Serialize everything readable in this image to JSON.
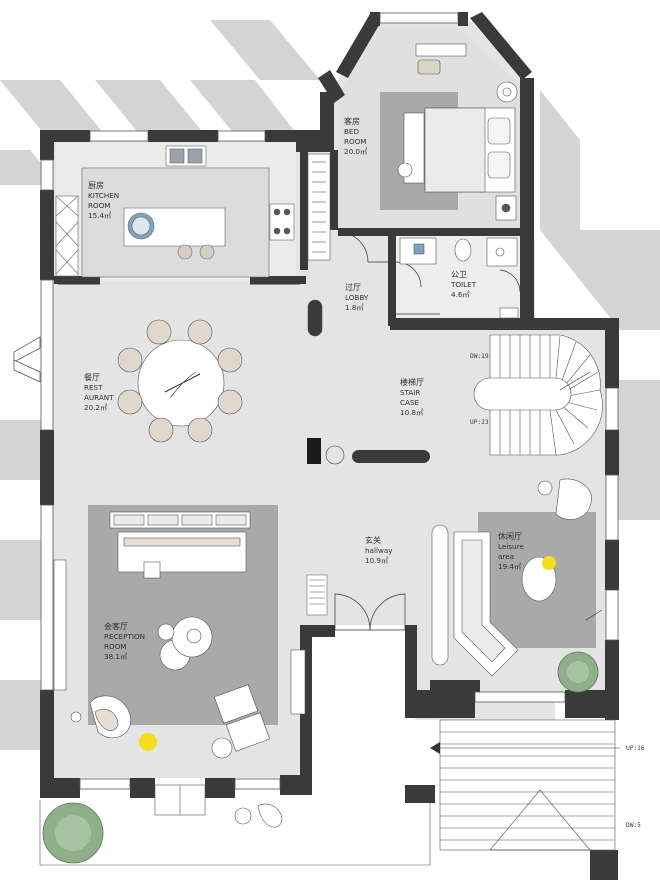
{
  "rooms": {
    "kitchen": {
      "cn": "厨房",
      "en": [
        "KITCHEN",
        "ROOM"
      ],
      "area": "15.4㎡"
    },
    "bedroom": {
      "cn": "客房",
      "en": [
        "BED",
        "ROOM"
      ],
      "area": "20.0㎡"
    },
    "lobby": {
      "cn": "过厅",
      "en": [
        "LOBBY"
      ],
      "area": "1.8㎡"
    },
    "toilet": {
      "cn": "公卫",
      "en": [
        "TOILET"
      ],
      "area": "4.6㎡"
    },
    "restaurant": {
      "cn": "餐厅",
      "en": [
        "REST",
        "AURANT"
      ],
      "area": "20.2㎡"
    },
    "staircase": {
      "cn": "楼梯厅",
      "en": [
        "STAIR",
        "CASE"
      ],
      "area": "10.8㎡"
    },
    "hallway": {
      "cn": "玄关",
      "en": [
        "hallway"
      ],
      "area": "10.9㎡"
    },
    "leisure": {
      "cn": "休闲厅",
      "en": [
        "Leisure",
        "area"
      ],
      "area": "19.4㎡"
    },
    "reception": {
      "cn": "会客厅",
      "en": [
        "RECEPTION",
        "ROOM"
      ],
      "area": "38.1㎡"
    }
  },
  "stair_markers": {
    "dw19": "DW:19",
    "up23": "UP:23",
    "up16": "UP:16",
    "dw5": "DW:5"
  },
  "colors": {
    "wall": "#3a3a3a",
    "floor": "#e4e4e4",
    "rug": "#a9a9a9",
    "shadow": "#d3d3d3",
    "plant": "#8fae8a",
    "accent_yellow": "#f2df1a"
  }
}
